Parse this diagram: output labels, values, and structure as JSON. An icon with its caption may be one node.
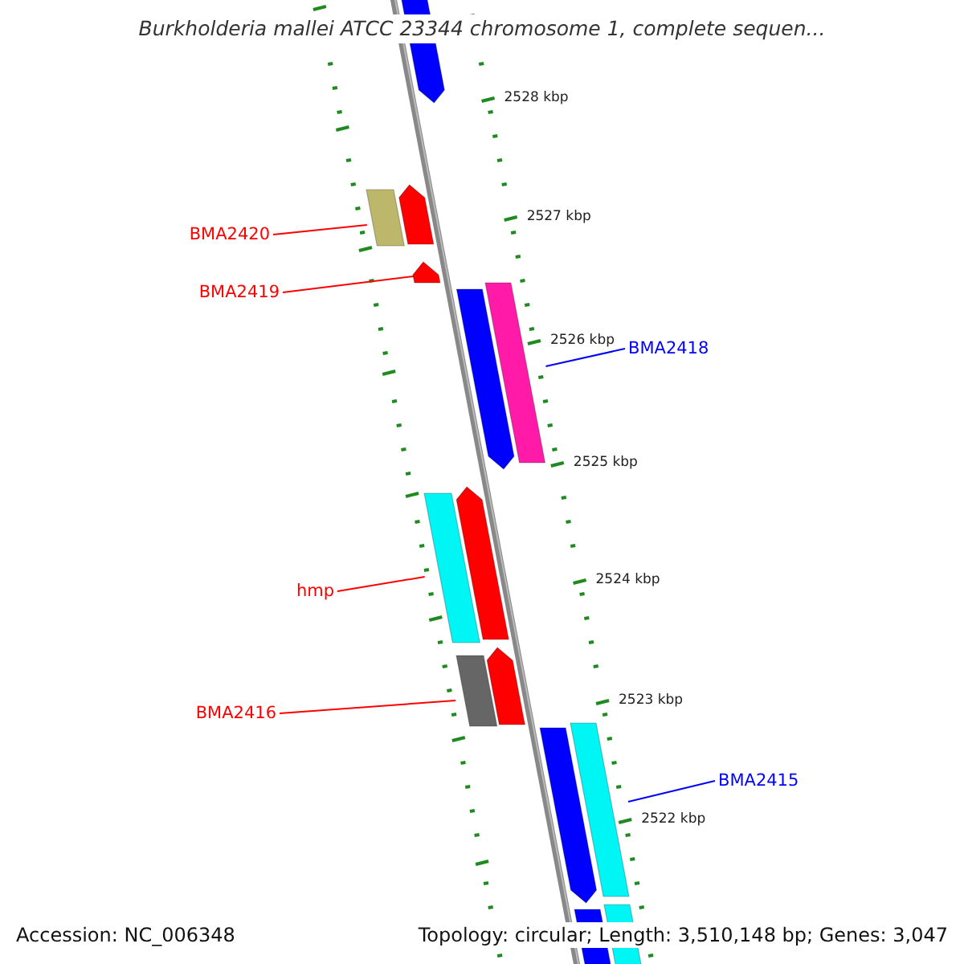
{
  "diagram": {
    "title": "Burkholderia mallei ATCC 23344 chromosome 1, complete sequen...",
    "nodes": [
      {
        "text": [
          "BMA2420"
        ]
      },
      {
        "text": [],
        "shape": "bar"
      },
      {
        "text": [
          "BMA2419"
        ]
      },
      {
        "text": [],
        "shape": "bar"
      },
      {
        "text": [
          "BMA2418"
        ]
      },
      {
        "text": [],
        "shape": "bar"
      },
      {
        "text": [
          "hmp"
        ]
      },
      {
        "text": [],
        "shape": "bar"
      },
      {
        "text": [
          "BMA2416"
        ]
      },
      {
        "text": [],
        "shape": "bar"
      },
      {
        "text": [
          "BMA2415"
        ]
      },
      {
        "text": [],
        "shape": "bar"
      }
    ],
    "edges": [
      {
        "from": 0,
        "to": 1,
        "arrow": "none"
      },
      {
        "from": 2,
        "to": 3,
        "arrow": "none"
      },
      {
        "from": 4,
        "to": 5,
        "arrow": "none",
        "color": "#0000ff"
      },
      {
        "from": 6,
        "to": 7,
        "arrow": "none"
      },
      {
        "from": 8,
        "to": 9,
        "arrow": "none"
      },
      {
        "from": 10,
        "to": 11,
        "arrow": "none",
        "color": "#0000ff"
      }
    ],
    "labels": [
      "2528 kbp",
      "2527 kbp",
      "2526 kbp",
      "2525 kbp",
      "2524 kbp",
      "2523 kbp",
      "2522 kbp",
      "Accession: NC_006348",
      "Topology: circular; Length: 3,510,148 bp; Genes: 3,047"
    ]
  }
}
